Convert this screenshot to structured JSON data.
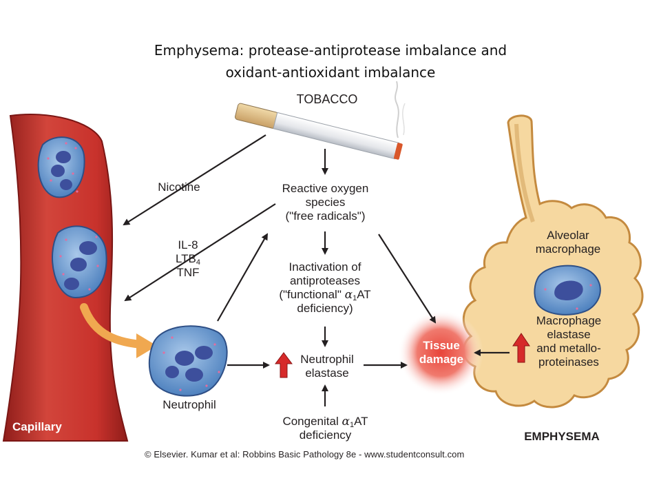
{
  "title": {
    "line1": "Emphysema: protease-antiprotease imbalance and",
    "line2": "oxidant-antioxidant imbalance"
  },
  "labels": {
    "tobacco": "TOBACCO",
    "nicotine": "Nicotine",
    "ros_line1": "Reactive oxygen",
    "ros_line2": "species",
    "ros_line3": "(\"free radicals\")",
    "il8": "IL-8",
    "ltb_main": "LTB",
    "ltb_sub": "4",
    "tnf": "TNF",
    "inact_line1": "Inactivation of",
    "inact_line2": "antiproteases",
    "inact_line3a": "(\"functional\" ",
    "inact_line3b": "AT",
    "inact_line4": "deficiency)",
    "alpha_symbol": "α",
    "alpha_sub": "1",
    "neutro_elast_line1": "Neutrophil",
    "neutro_elast_line2": "elastase",
    "congenital_a": "Congenital ",
    "congenital_b": "AT",
    "congenital_line2": "deficiency",
    "neutrophil": "Neutrophil",
    "capillary": "Capillary",
    "tissue_line1": "Tissue",
    "tissue_line2": "damage",
    "alveolar_line1": "Alveolar",
    "alveolar_line2": "macrophage",
    "macro_line1": "Macrophage",
    "macro_line2": "elastase",
    "macro_line3": "and metallo-",
    "macro_line4": "proteinases",
    "emphysema": "EMPHYSEMA"
  },
  "footer": "© Elsevier. Kumar et al: Robbins Basic Pathology 8e - www.studentconsult.com",
  "colors": {
    "vessel": "#c8322c",
    "cell": "#5b8fc9",
    "nucleus": "#3d4f9c",
    "alveolus": "#f6d8a0",
    "alveolus_edge": "#c48a3f",
    "tissue_glow": "#e8453a",
    "up_arrow": "#d62a2a",
    "migration_arrow": "#f0a850"
  }
}
